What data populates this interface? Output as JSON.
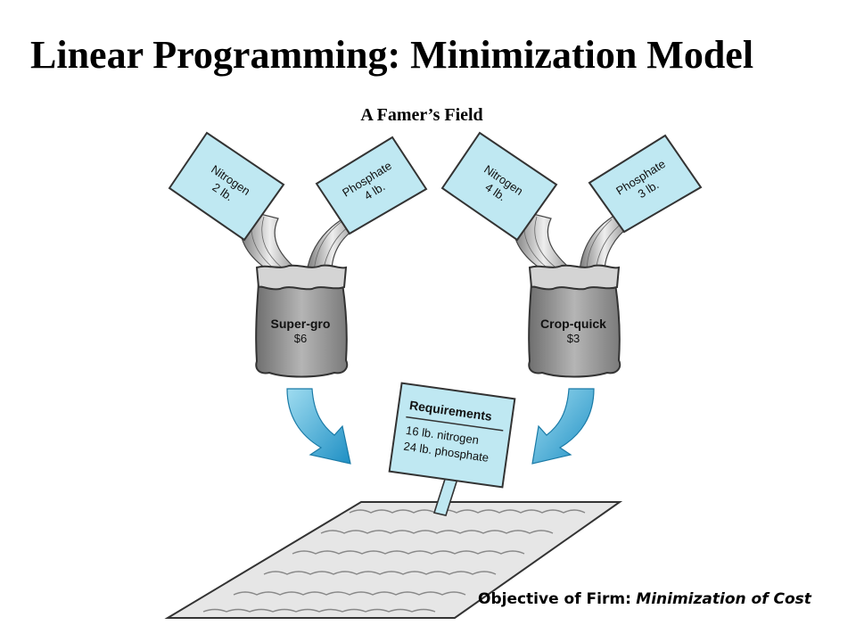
{
  "header": {
    "title": "Linear Programming: Minimization Model",
    "subtitle": "A Famer’s Field"
  },
  "diagram": {
    "products": [
      {
        "name": "Super-gro",
        "price": "$6",
        "boxes": [
          {
            "nutrient": "Nitrogen",
            "amount": "2 lb."
          },
          {
            "nutrient": "Phosphate",
            "amount": "4 lb."
          }
        ]
      },
      {
        "name": "Crop-quick",
        "price": "$3",
        "boxes": [
          {
            "nutrient": "Nitrogen",
            "amount": "4 lb."
          },
          {
            "nutrient": "Phosphate",
            "amount": "3 lb."
          }
        ]
      }
    ],
    "sign": {
      "heading": "Requirements",
      "line1": "16 lb. nitrogen",
      "line2": "24 lb. phosphate"
    },
    "colors": {
      "box_fill": "#bfe8f2",
      "arrow_fill": "#2aa6d6",
      "bag_fill": "#8f8f8f",
      "field_fill": "#e6e6e6"
    }
  },
  "footer": {
    "objective_label": "Objective of Firm:",
    "objective_value": "Minimization of Cost"
  }
}
